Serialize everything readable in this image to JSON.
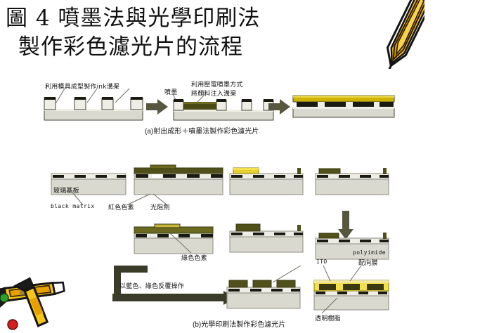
{
  "slide": {
    "title_line1": "圖 4 噴墨法與光學印刷法",
    "title_line2": "製作彩色濾光片的流程",
    "background": "#ffffff",
    "title_color": "#111111"
  },
  "decorations": [
    {
      "name": "pencil-top-right",
      "colors": [
        "#f5c518",
        "#e8a000",
        "#1a1a1a",
        "#ffffff"
      ]
    },
    {
      "name": "pencil-bottom-left",
      "colors": [
        "#f5c518",
        "#e8a000",
        "#1a1a1a",
        "#d02020",
        "#2aa02a"
      ]
    }
  ],
  "section_a": {
    "caption": "(a)射出成形＋噴墨法製作彩色濾光片",
    "labels": {
      "mold": "利用模具成型製作ink溝渠",
      "inkjet": "噴墨",
      "piezo_line1": "利用壓電噴墨方式",
      "piezo_line2": "將顏料注入溝渠"
    },
    "steps": [
      {
        "index": 1,
        "name": "molded-ink-channels"
      },
      {
        "index": 2,
        "name": "inkjet-filling"
      },
      {
        "index": 3,
        "name": "completed-color-filter"
      }
    ]
  },
  "section_b": {
    "caption": "(b)光學印刷法製作彩色濾光片",
    "labels": {
      "glass": "玻璃基板",
      "black_matrix": "black matrix",
      "red_pigment": "紅色色素",
      "photoresist": "光阻劑",
      "green_pigment": "綠色色素",
      "repeat": "以藍色、綠色反覆操作",
      "ito": "ITO",
      "polyimide": "polyimide",
      "alignment_film": "配向膜",
      "clear_resin": "透明樹脂"
    },
    "row1_steps": [
      {
        "index": 1,
        "name": "glass-with-black-matrix"
      },
      {
        "index": 2,
        "name": "coat-red-photoresist"
      },
      {
        "index": 3,
        "name": "expose-red"
      },
      {
        "index": 4,
        "name": "develop-red"
      }
    ],
    "row2_steps": [
      {
        "index": 5,
        "name": "coat-green-photoresist"
      },
      {
        "index": 6,
        "name": "expose-green"
      },
      {
        "index": 7,
        "name": "develop-green"
      }
    ],
    "row3_steps": [
      {
        "index": 8,
        "name": "rgb-color-filter"
      },
      {
        "index": 9,
        "name": "ito-and-polyimide-overcoat"
      }
    ]
  },
  "palette": {
    "glass": "#d9d9cf",
    "glass_top": "#eeeee6",
    "black_matrix": "#1a1a12",
    "olive_resist": "#6b6a20",
    "olive_dark": "#50501a",
    "yellow_resin": "#f3e04a",
    "gold": "#ccb400",
    "arrow": "#57573f",
    "outline": "#44443a",
    "white": "#ffffff"
  }
}
